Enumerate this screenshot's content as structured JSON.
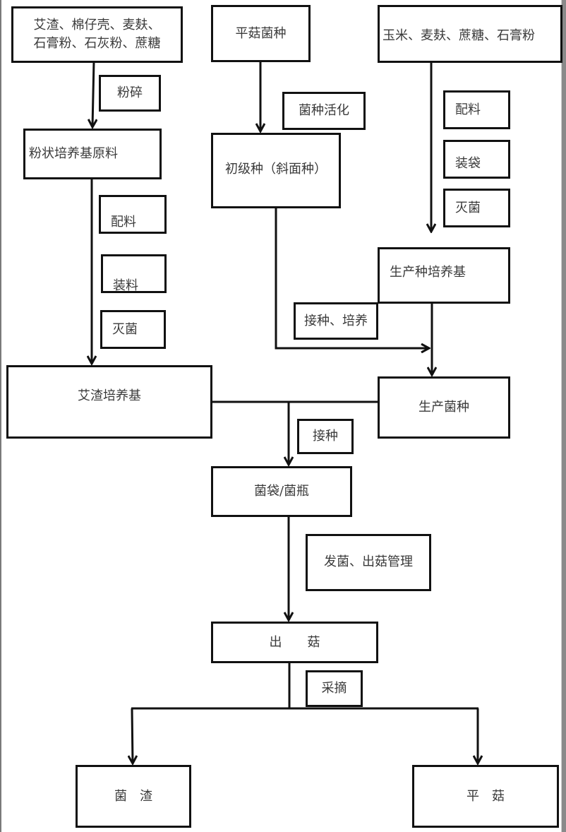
{
  "diagram": {
    "title": "平菇栽培工艺流程",
    "nodes": {
      "raw_left": {
        "lines": [
          "艾渣、棉仔壳、麦麸、",
          "石膏粉、石灰粉、蔗糖"
        ]
      },
      "crush": {
        "label": "粉碎"
      },
      "powder_material": {
        "label": "粉状培养基原料"
      },
      "mix_left": {
        "label": "配料"
      },
      "fill": {
        "label": "装料"
      },
      "sterilize_left": {
        "label": "灭菌"
      },
      "aizha_medium": {
        "label": "艾渣培养基"
      },
      "spawn": {
        "label": "平菇菌种"
      },
      "activate": {
        "label": "菌种活化"
      },
      "primary_spawn": {
        "label": "初级种（斜面种）"
      },
      "raw_right": {
        "label": "玉米、麦麸、蔗糖、石膏粉"
      },
      "mix_right": {
        "label": "配料"
      },
      "bagging": {
        "label": "装袋"
      },
      "sterilize_right": {
        "label": "灭菌"
      },
      "production_medium": {
        "label": "生产种培养基"
      },
      "inoculate_culture": {
        "label": "接种、培养"
      },
      "production_spawn": {
        "label": "生产菌种"
      },
      "inoculate": {
        "label": "接种"
      },
      "bag_bottle": {
        "label": "菌袋/菌瓶"
      },
      "management": {
        "label": "发菌、出菇管理"
      },
      "fruiting": {
        "label": "出　　菇"
      },
      "harvest": {
        "label": "采摘"
      },
      "residue": {
        "label": "菌　渣"
      },
      "oyster_mushroom": {
        "label": "平　菇"
      }
    },
    "edges": [
      [
        "raw_left",
        "powder_material",
        "粉碎"
      ],
      [
        "powder_material",
        "aizha_medium",
        "配料 / 装料 / 灭菌"
      ],
      [
        "spawn",
        "primary_spawn",
        "菌种活化"
      ],
      [
        "raw_right",
        "production_medium",
        "配料 / 装袋 / 灭菌"
      ],
      [
        "primary_spawn",
        "production_spawn",
        "接种、培养"
      ],
      [
        "production_medium",
        "production_spawn",
        ""
      ],
      [
        "aizha_medium",
        "bag_bottle",
        "接种"
      ],
      [
        "production_spawn",
        "bag_bottle",
        "接种"
      ],
      [
        "bag_bottle",
        "fruiting",
        "发菌、出菇管理"
      ],
      [
        "fruiting",
        "residue",
        "采摘"
      ],
      [
        "fruiting",
        "oyster_mushroom",
        "采摘"
      ]
    ]
  }
}
